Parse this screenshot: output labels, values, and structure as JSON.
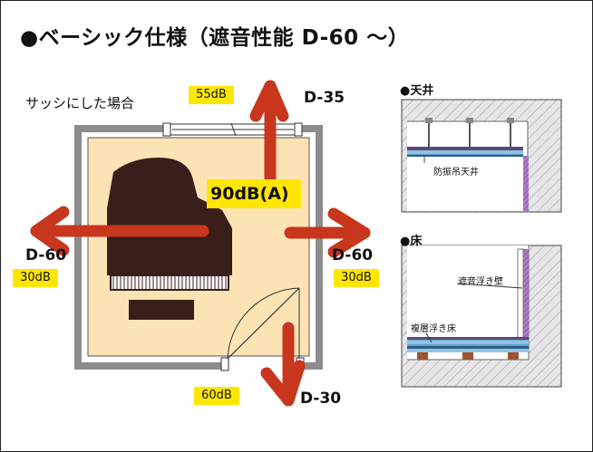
{
  "title": "●ベーシック仕様（遮音性能 D-60 〜）",
  "plan": {
    "note": "サッシにした場合",
    "center_level": "90dB(A)",
    "top": {
      "rating": "D-35",
      "level": "55dB"
    },
    "left": {
      "rating": "D-60",
      "level": "30dB"
    },
    "right": {
      "rating": "D-60",
      "level": "30dB"
    },
    "bottom": {
      "rating": "D-30",
      "level": "60dB"
    }
  },
  "ceiling": {
    "heading": "●天井",
    "label": "防振吊天井"
  },
  "floor": {
    "heading": "●床",
    "wall_label": "遮音浮き壁",
    "floor_label": "複層浮き床"
  },
  "colors": {
    "arrow": "#c8361e",
    "room_fill": "#fbe3b4",
    "badge": "#ffe600",
    "piano": "#3a1e1a",
    "wall": "#8c8c8c"
  }
}
